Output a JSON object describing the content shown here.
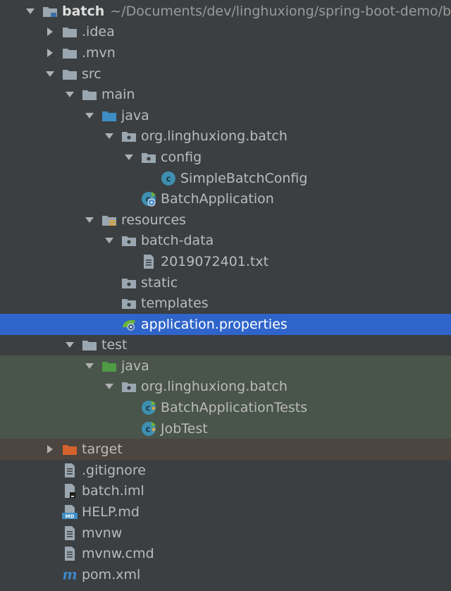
{
  "project": {
    "name": "batch",
    "path": "~/Documents/dev/linghuxiong/spring-boot-demo/bat"
  },
  "rows": [
    {
      "label": "batch",
      "icon": "module-folder-icon",
      "arrow": "expanded",
      "level": 0
    },
    {
      "label": ".idea",
      "icon": "folder-icon",
      "arrow": "collapsed",
      "level": 1
    },
    {
      "label": ".mvn",
      "icon": "folder-icon",
      "arrow": "collapsed",
      "level": 1
    },
    {
      "label": "src",
      "icon": "folder-icon",
      "arrow": "expanded",
      "level": 1
    },
    {
      "label": "main",
      "icon": "folder-icon",
      "arrow": "expanded",
      "level": 2
    },
    {
      "label": "java",
      "icon": "source-folder-icon",
      "arrow": "expanded",
      "level": 3
    },
    {
      "label": "org.linghuxiong.batch",
      "icon": "package-icon",
      "arrow": "expanded",
      "level": 4
    },
    {
      "label": "config",
      "icon": "package-icon",
      "arrow": "expanded",
      "level": 5
    },
    {
      "label": "SimpleBatchConfig",
      "icon": "java-class-icon",
      "arrow": "none",
      "level": 6
    },
    {
      "label": "BatchApplication",
      "icon": "spring-boot-class-icon",
      "arrow": "none",
      "level": 5
    },
    {
      "label": "resources",
      "icon": "resources-folder-icon",
      "arrow": "expanded",
      "level": 3
    },
    {
      "label": "batch-data",
      "icon": "package-icon",
      "arrow": "expanded",
      "level": 4
    },
    {
      "label": "2019072401.txt",
      "icon": "text-file-icon",
      "arrow": "none",
      "level": 5
    },
    {
      "label": "static",
      "icon": "package-icon",
      "arrow": "none",
      "level": 4
    },
    {
      "label": "templates",
      "icon": "package-icon",
      "arrow": "none",
      "level": 4
    },
    {
      "label": "application.properties",
      "icon": "spring-properties-icon",
      "arrow": "none",
      "level": 4,
      "selected": true
    },
    {
      "label": "test",
      "icon": "folder-icon",
      "arrow": "expanded",
      "level": 2
    },
    {
      "label": "java",
      "icon": "test-source-folder-icon",
      "arrow": "expanded",
      "level": 3,
      "zone": "test"
    },
    {
      "label": "org.linghuxiong.batch",
      "icon": "package-icon",
      "arrow": "expanded",
      "level": 4,
      "zone": "test"
    },
    {
      "label": "BatchApplicationTests",
      "icon": "test-class-icon",
      "arrow": "none",
      "level": 5,
      "zone": "test"
    },
    {
      "label": "JobTest",
      "icon": "test-class-icon",
      "arrow": "none",
      "level": 5,
      "zone": "test"
    },
    {
      "label": "target",
      "icon": "excluded-folder-icon",
      "arrow": "collapsed",
      "level": 1,
      "zone": "excluded"
    },
    {
      "label": ".gitignore",
      "icon": "text-file-icon",
      "arrow": "none",
      "level": 1
    },
    {
      "label": "batch.iml",
      "icon": "iml-file-icon",
      "arrow": "none",
      "level": 1
    },
    {
      "label": "HELP.md",
      "icon": "markdown-file-icon",
      "arrow": "none",
      "level": 1
    },
    {
      "label": "mvnw",
      "icon": "text-file-icon",
      "arrow": "none",
      "level": 1
    },
    {
      "label": "mvnw.cmd",
      "icon": "text-file-icon",
      "arrow": "none",
      "level": 1
    },
    {
      "label": "pom.xml",
      "icon": "maven-pom-icon",
      "arrow": "none",
      "level": 1
    }
  ],
  "colors": {
    "background": "#3c3f41",
    "selection": "#2f65ca",
    "test_zone": "#49544a",
    "excluded_zone": "#4d4540",
    "folder": "#9aa7b0",
    "source_folder": "#3d8ec4",
    "test_folder": "#4f9a45",
    "excluded_folder": "#d4622c",
    "class_circle": "#3e8fb0",
    "spring_green": "#6cb33e",
    "maven": "#3e86c8"
  }
}
